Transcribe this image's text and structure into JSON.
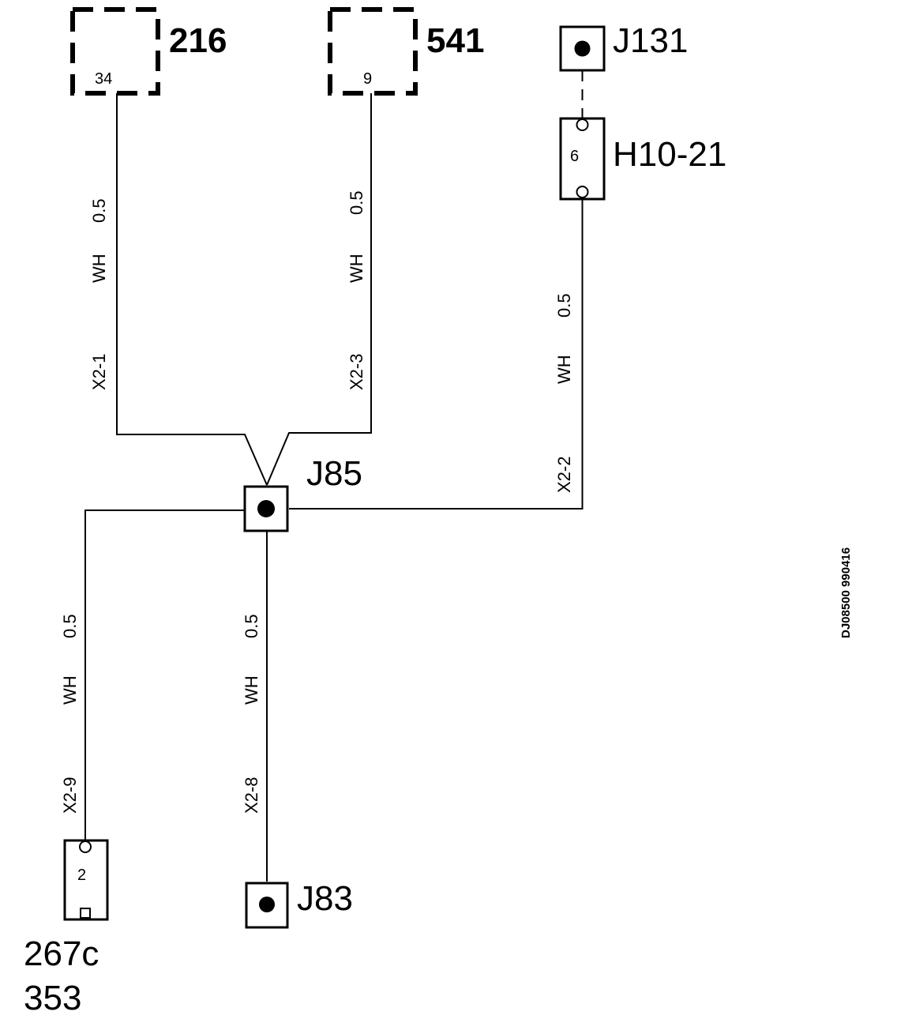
{
  "components": {
    "c216": {
      "name": "216",
      "pin": "34"
    },
    "c541": {
      "name": "541",
      "pin": "9"
    },
    "j131": {
      "name": "J131"
    },
    "h1021": {
      "name": "H10-21",
      "pin": "6"
    },
    "j85": {
      "name": "J85"
    },
    "j83": {
      "name": "J83"
    },
    "c267": {
      "name_line1": "267c",
      "name_line2": "353",
      "pin": "2"
    }
  },
  "wires": {
    "w216": {
      "size": "0.5",
      "color": "WH",
      "id": "X2-1"
    },
    "w541": {
      "size": "0.5",
      "color": "WH",
      "id": "X2-3"
    },
    "wh1021": {
      "size": "0.5",
      "color": "WH",
      "id": "X2-2"
    },
    "w267": {
      "size": "0.5",
      "color": "WH",
      "id": "X2-9"
    },
    "wj83": {
      "size": "0.5",
      "color": "WH",
      "id": "X2-8"
    }
  },
  "drawing_code": "DJ08500 990416"
}
